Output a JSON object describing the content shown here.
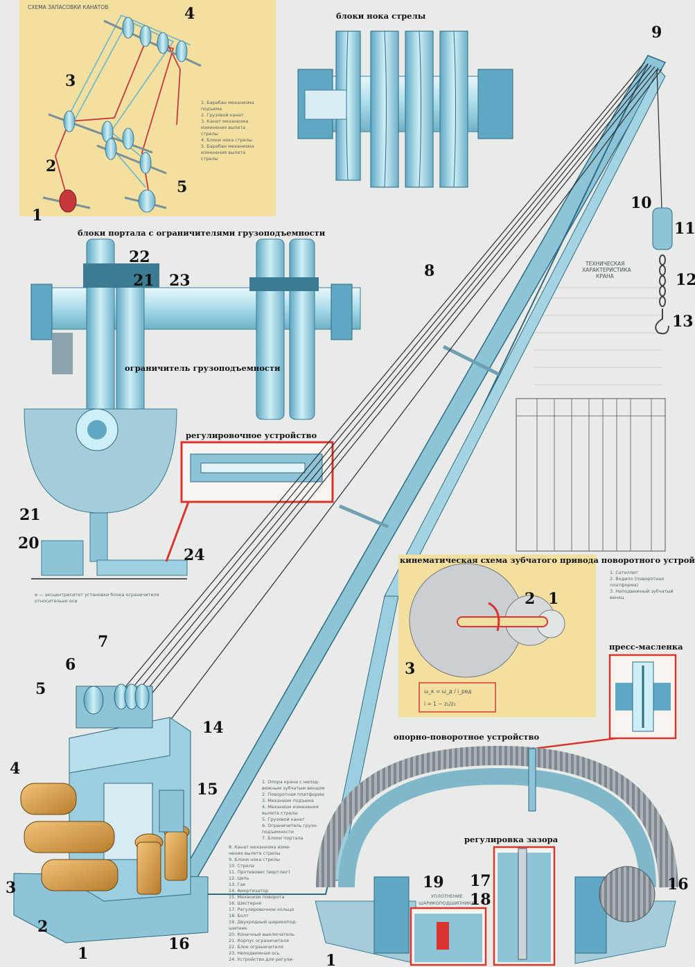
{
  "captions": {
    "boom_head_blocks": "блоки нока стрелы",
    "portal_blocks": "блоки портала с ограничителями грузоподъемности",
    "load_limiter": "ограничитель грузоподъемности",
    "adjusting_device": "регулировочное устройство",
    "kinematic_scheme": "кинематическая схема зубчатого привода поворотного устройства",
    "grease_gun": "пресс-масленка",
    "slewing_bearing": "опорно-поворотное устройство",
    "gap_adjustment": "регулировка зазора"
  },
  "numbers": {
    "reeving": [
      "1",
      "2",
      "3",
      "4",
      "5"
    ],
    "boom": [
      "6",
      "7",
      "8",
      "9",
      "10",
      "11",
      "12",
      "13",
      "14",
      "15",
      "16"
    ],
    "portal": [
      "20",
      "21",
      "22",
      "23",
      "24"
    ],
    "drive": [
      "1",
      "2",
      "3"
    ],
    "bearing": [
      "16",
      "17",
      "18",
      "19",
      "1"
    ],
    "base": [
      "1",
      "2",
      "3",
      "4",
      "5",
      "16"
    ]
  },
  "colors": {
    "panel": "#f3df9f",
    "boom": "#8ec4d8",
    "shaft": "#a8dbe9",
    "rope": "#c7383a",
    "gear": "#c9cfd2",
    "gold": "#d9a24e",
    "frame_red": "#d9342f"
  }
}
